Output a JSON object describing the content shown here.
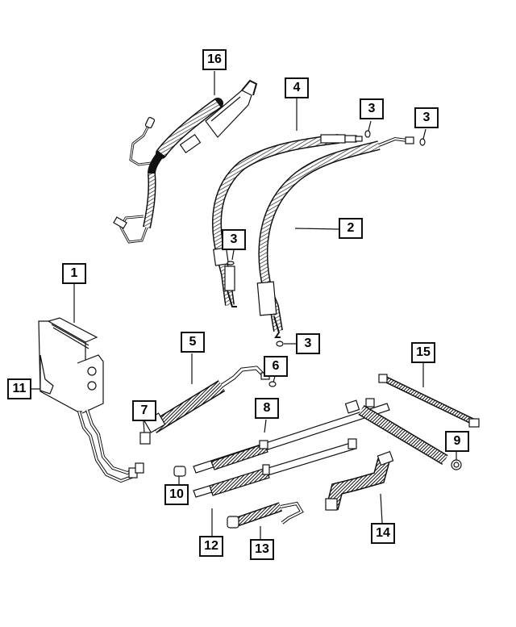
{
  "callouts": {
    "c1": "1",
    "c2": "2",
    "c3a": "3",
    "c3b": "3",
    "c3c": "3",
    "c3d": "3",
    "c4": "4",
    "c5": "5",
    "c6": "6",
    "c7": "7",
    "c8": "8",
    "c9": "9",
    "c10": "10",
    "c11": "11",
    "c12": "12",
    "c13": "13",
    "c14": "14",
    "c15": "15",
    "c16": "16"
  },
  "colors": {
    "line": "#111111",
    "hose_fill": "#ffffff",
    "hatch": "#222222"
  }
}
